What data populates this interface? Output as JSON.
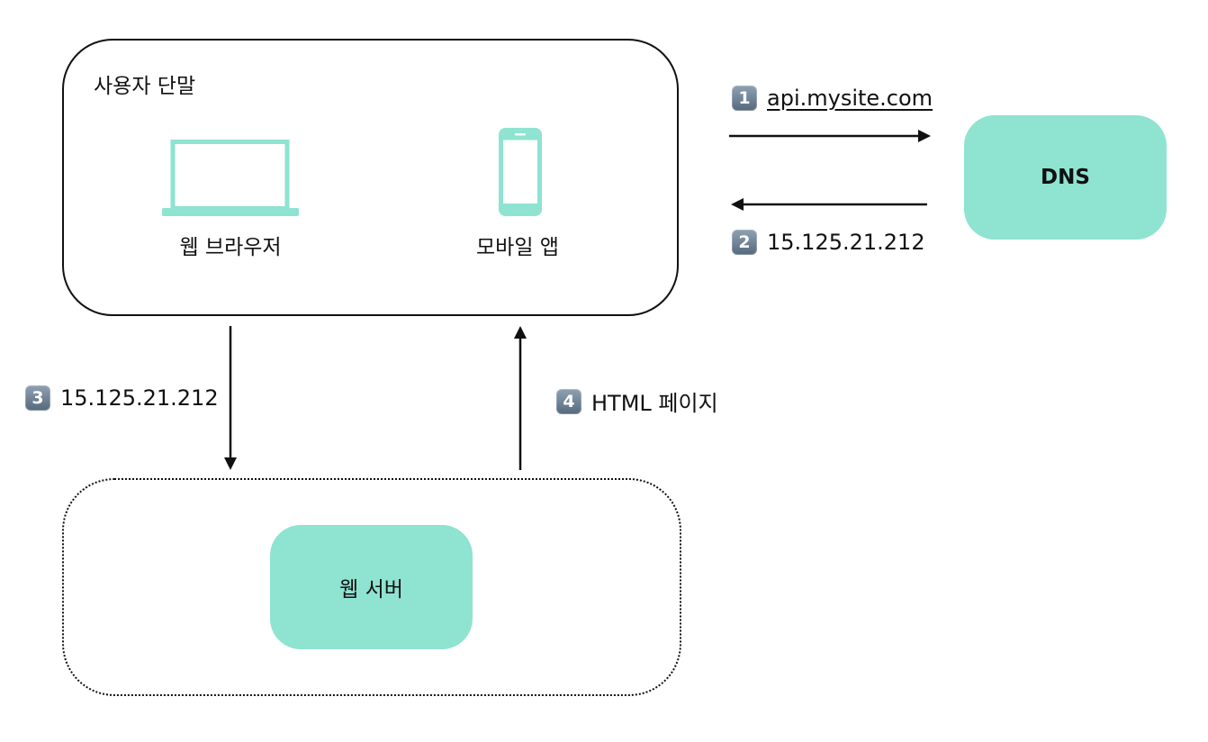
{
  "client": {
    "title": "사용자 단말",
    "browser_label": "웹 브라우저",
    "mobile_label": "모바일 앱"
  },
  "dns": {
    "label": "DNS"
  },
  "server": {
    "label": "웹 서버"
  },
  "steps": [
    {
      "badge": "1",
      "text": "api.mysite.com"
    },
    {
      "badge": "2",
      "text": "15.125.21.212"
    },
    {
      "badge": "3",
      "text": "15.125.21.212"
    },
    {
      "badge": "4",
      "text": "HTML 페이지"
    }
  ],
  "colors": {
    "accent": "#8ee3d1",
    "line": "#111111",
    "badge": "#6b7f92"
  },
  "icons": [
    "laptop-icon",
    "smartphone-icon"
  ]
}
